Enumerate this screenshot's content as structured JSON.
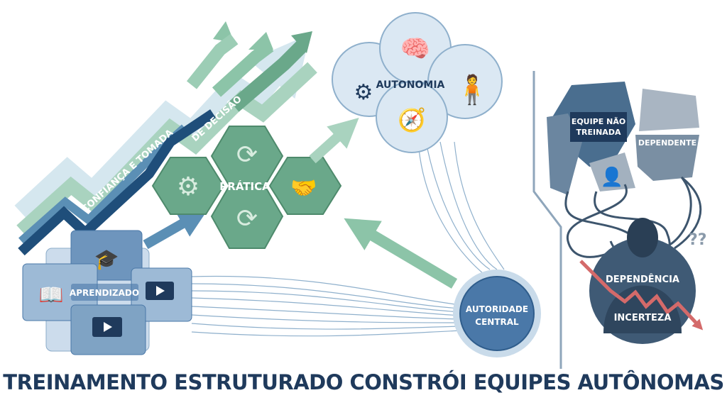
{
  "title": "TREINAMENTO ESTRUTURADO CONSTRÓI EQUIPES AUTÔNOMAS",
  "growth": {
    "line1": "CONFIANÇA E TOMADA",
    "line2": "DE DECISÃO"
  },
  "learning": {
    "label": "APRENDIZADO"
  },
  "practice": {
    "label": "PRÁTICA"
  },
  "autonomy": {
    "label": "AUTONOMIA"
  },
  "authority": {
    "line1": "AUTORIDADE",
    "line2": "CENTRAL"
  },
  "untrained": {
    "team_line1": "EQUIPE NÃO",
    "team_line2": "TREINADA",
    "dependent": "DEPENDENTE",
    "dependency": "DEPENDÊNCIA",
    "uncertainty": "INCERTEZA",
    "question_marks": "??"
  },
  "colors": {
    "navy": "#1f3a5c",
    "green": "#6aa88a",
    "blue": "#4a78a8",
    "red": "#d46a6a"
  }
}
